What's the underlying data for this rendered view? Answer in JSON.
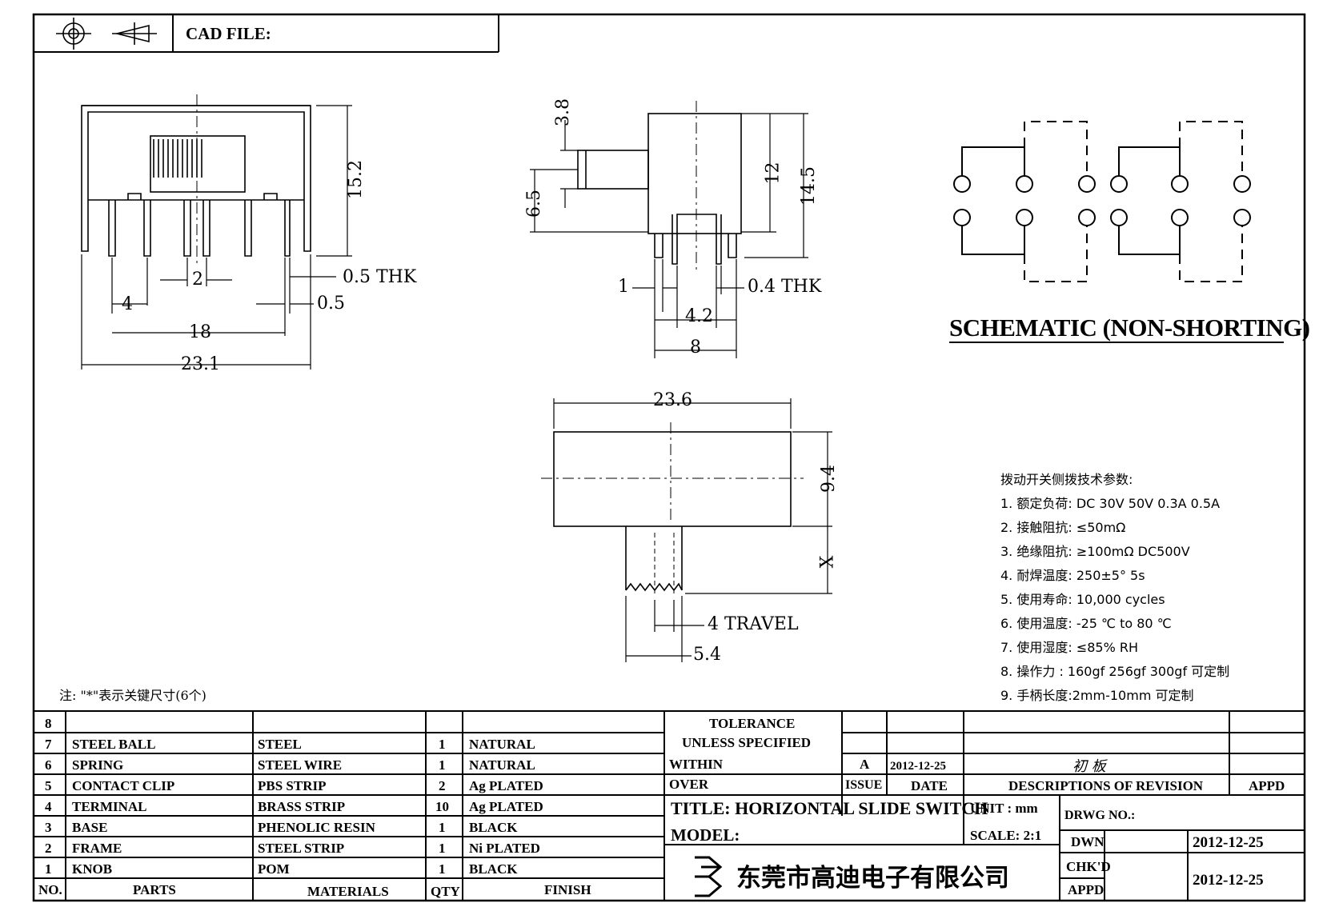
{
  "header": {
    "cad_file_label": "CAD FILE:"
  },
  "top_view": {
    "height": "15.2",
    "pitch": "2",
    "thk": "0.5  THK",
    "edge": "0.5",
    "first_pitch": "4",
    "pin_span": "18",
    "overall_width": "23.1"
  },
  "side_view": {
    "knob_height": "3.8",
    "knob_offset": "6.5",
    "body_height": "12",
    "overall_height": "14.5",
    "pin_width": "1",
    "pin_thk": "0.4  THK",
    "pin_spacing": "4.2",
    "body_width": "8"
  },
  "front_view": {
    "length": "23.6",
    "height": "9.4",
    "knob_ext": "X",
    "travel": "4  TRAVEL",
    "knob_width": "5.4"
  },
  "schematic": {
    "title": "SCHEMATIC (NON-SHORTING)"
  },
  "specs": {
    "title": "拨动开关侧拨技术参数:",
    "items": [
      "1.  额定负荷: DC 30V    50V    0.3A    0.5A",
      "2.  接触阻抗:  ≤50mΩ",
      "3.  绝缘阻抗:  ≥100mΩ   DC500V",
      "4.  耐焊温度: 250±5°  5s",
      "5.  使用寿命: 10,000 cycles",
      "6.  使用温度: -25 ℃  to 80 ℃",
      "7.  使用湿度:  ≤85% RH",
      "8.  操作力 : 160gf    256gf    300gf  可定制",
      "9.  手柄长度:2mm-10mm   可定制"
    ]
  },
  "note": "注: \"*\"表示关键尺寸(6个)",
  "bom": {
    "rows": [
      {
        "no": "8",
        "part": "",
        "material": "",
        "qty": "",
        "finish": ""
      },
      {
        "no": "7",
        "part": "STEEL  BALL",
        "material": "STEEL",
        "qty": "1",
        "finish": "NATURAL"
      },
      {
        "no": "6",
        "part": "SPRING",
        "material": "STEEL  WIRE",
        "qty": "1",
        "finish": "NATURAL"
      },
      {
        "no": "5",
        "part": "CONTACT  CLIP",
        "material": "PBS  STRIP",
        "qty": "2",
        "finish": "Ag  PLATED"
      },
      {
        "no": "4",
        "part": "TERMINAL",
        "material": "BRASS  STRIP",
        "qty": "10",
        "finish": "Ag  PLATED"
      },
      {
        "no": "3",
        "part": "BASE",
        "material": "PHENOLIC  RESIN",
        "qty": "1",
        "finish": "BLACK"
      },
      {
        "no": "2",
        "part": "FRAME",
        "material": "STEEL  STRIP",
        "qty": "1",
        "finish": "Ni  PLATED"
      },
      {
        "no": "1",
        "part": "KNOB",
        "material": "POM",
        "qty": "1",
        "finish": "BLACK"
      }
    ],
    "headers": {
      "no": "NO.",
      "part": "PARTS",
      "material": "MATERIALS",
      "qty": "QTY",
      "finish": "FINISH"
    }
  },
  "title_block": {
    "tolerance": "TOLERANCE",
    "unless": "UNLESS    SPECIFIED",
    "within": "WITHIN",
    "over": "OVER",
    "rev": "A",
    "rev_date": "2012-12-25",
    "rev_desc": "初 板",
    "issue": "ISSUE",
    "date": "DATE",
    "desc_of_rev": "DESCRIPTIONS  OF  REVISION",
    "appd_header": "APPD",
    "title": "TITLE:  HORIZONTAL  SLIDE  SWITCH",
    "unit": "UNIT : mm",
    "drwg_no": "DRWG  NO.:",
    "model": "MODEL:",
    "scale": "SCALE:  2:1",
    "dwn": "DWN",
    "dwn_date": "2012-12-25",
    "chkd": "CHK'D",
    "appd": "APPD",
    "chk_date": "2012-12-25",
    "company": "东莞市高迪电子有限公司"
  }
}
